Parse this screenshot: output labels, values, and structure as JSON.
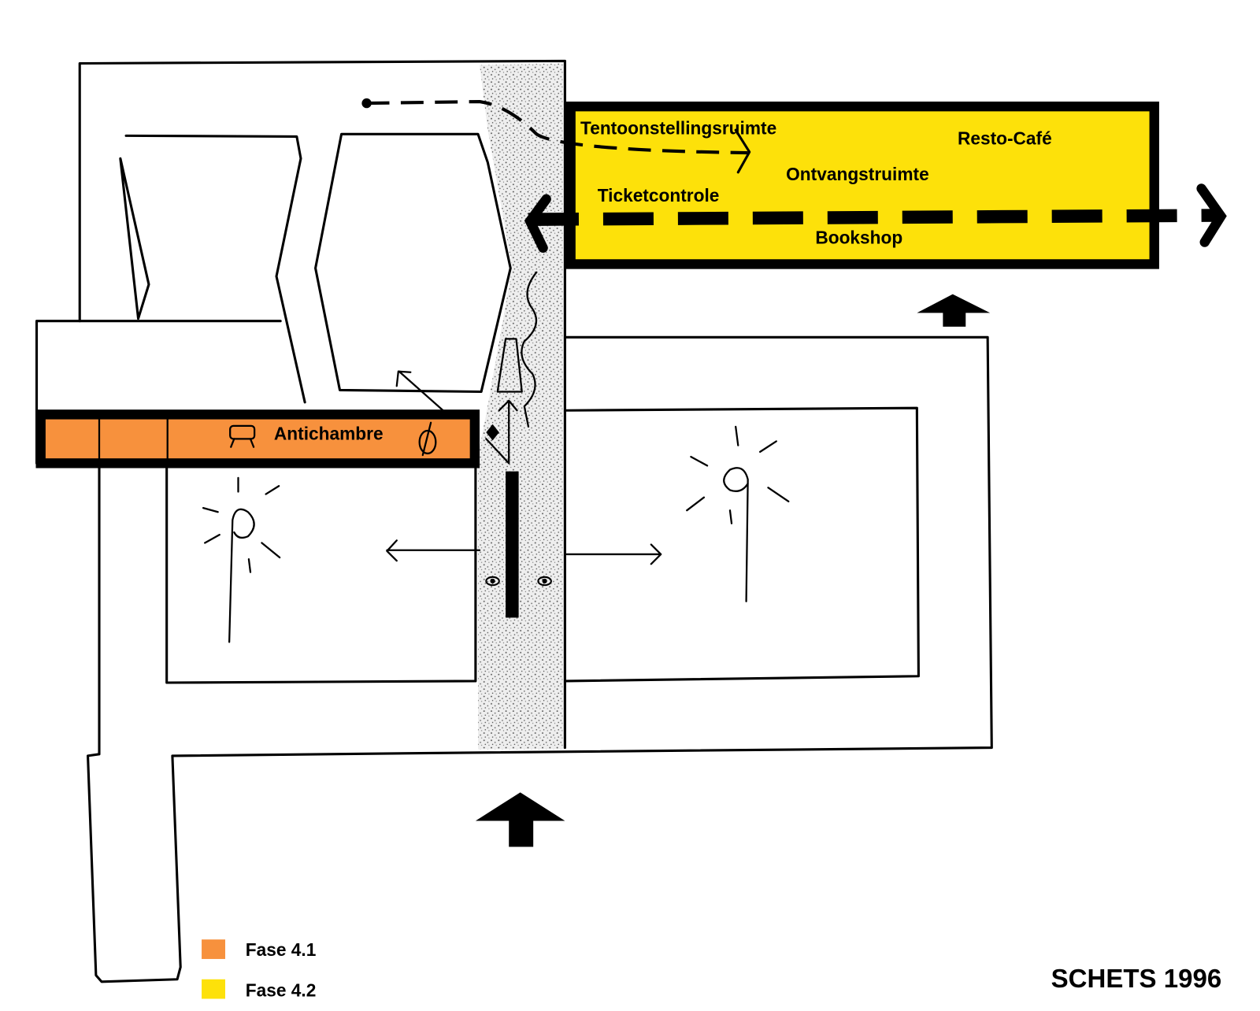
{
  "labels": {
    "tentoonstellingsruimte": "Tentoonstellingsruimte",
    "resto_cafe": "Resto-Café",
    "ontvangstruimte": "Ontvangstruimte",
    "ticketcontrole": "Ticketcontrole",
    "bookshop": "Bookshop",
    "antichambre": "Antichambre"
  },
  "legend": [
    {
      "label": "Fase 4.1",
      "color": "#F7913D"
    },
    {
      "label": "Fase 4.2",
      "color": "#FDE10A"
    }
  ],
  "title": "SCHETS 1996",
  "colors": {
    "phase_4_1": "#F7913D",
    "phase_4_2": "#FDE10A",
    "line": "#000000"
  }
}
